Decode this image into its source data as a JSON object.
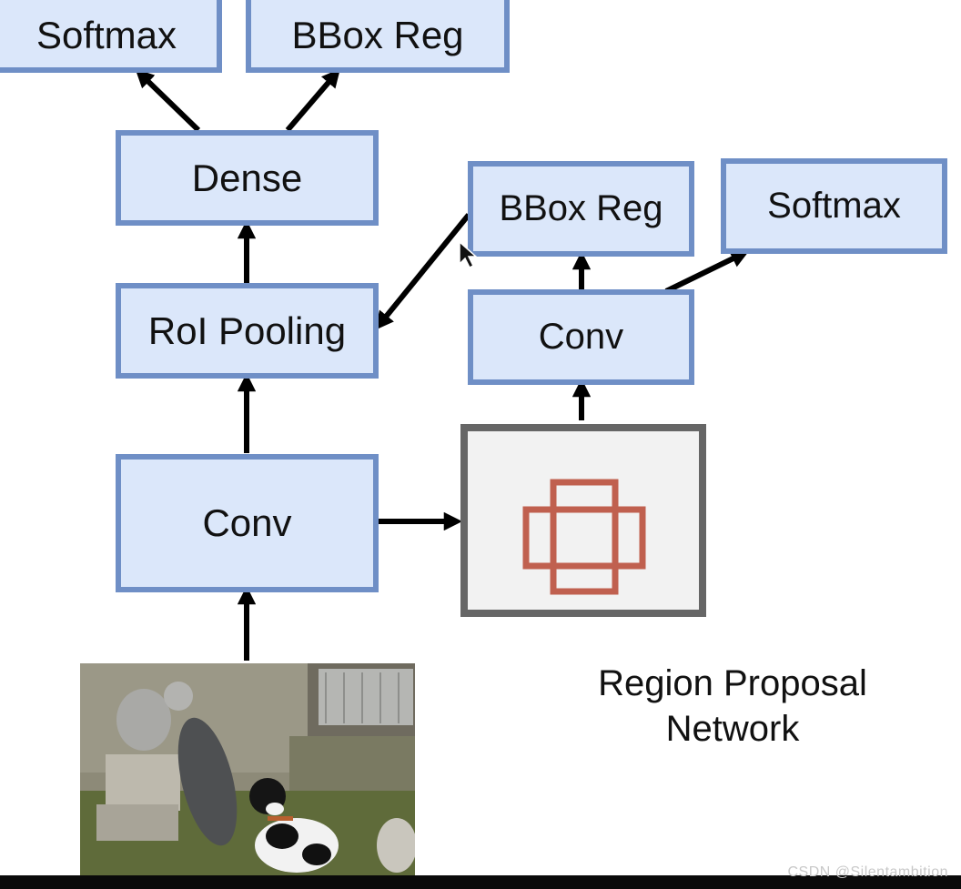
{
  "diagram": {
    "top_left_softmax": "Softmax",
    "top_bbox_reg": "BBox Reg",
    "dense": "Dense",
    "roi_pooling": "RoI Pooling",
    "conv_main": "Conv",
    "rpn_bbox_reg": "BBox Reg",
    "rpn_softmax": "Softmax",
    "rpn_conv": "Conv",
    "rpn_caption_line1": "Region Proposal",
    "rpn_caption_line2": "Network"
  },
  "photo": {
    "subject": "cat and dog beside a wall"
  },
  "watermark": "CSDN @Silentambition",
  "colors": {
    "box_fill": "#dbe7fa",
    "box_border": "#6f8fc6",
    "arrow": "#000000",
    "anchor_red": "#c0604f",
    "rpn_border": "#666666",
    "rpn_fill": "#f2f2f2"
  }
}
